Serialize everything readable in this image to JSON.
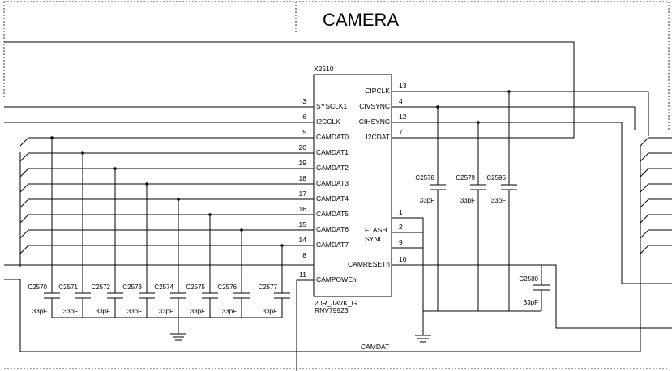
{
  "title": "CAMERA",
  "ic": {
    "ref": "X2510",
    "part1": "20R_JAVK_G",
    "part2": "RNV79923",
    "left_pins": [
      {
        "num": "3",
        "name": "SYSCLK1"
      },
      {
        "num": "6",
        "name": "I2CCLK"
      },
      {
        "num": "5",
        "name": "CAMDAT0"
      },
      {
        "num": "20",
        "name": "CAMDAT1"
      },
      {
        "num": "19",
        "name": "CAMDAT2"
      },
      {
        "num": "18",
        "name": "CAMDAT3"
      },
      {
        "num": "17",
        "name": "CAMDAT4"
      },
      {
        "num": "16",
        "name": "CAMDAT5"
      },
      {
        "num": "15",
        "name": "CAMDAT6"
      },
      {
        "num": "14",
        "name": "CAMDAT7"
      },
      {
        "num": "8",
        "name": ""
      },
      {
        "num": "11",
        "name": "CAMPOWEn"
      }
    ],
    "right_pins": [
      {
        "num": "13",
        "name": "CIPCLK"
      },
      {
        "num": "4",
        "name": "CIVSYNC"
      },
      {
        "num": "12",
        "name": "CIHSYNC"
      },
      {
        "num": "7",
        "name": "I2CDAT"
      },
      {
        "num": "1",
        "name": ""
      },
      {
        "num": "2",
        "name": ""
      },
      {
        "num": "9",
        "name": ""
      },
      {
        "num": "10",
        "name": "CAMRESETn"
      }
    ],
    "flash_label1": "FLASH",
    "flash_label2": "SYNC"
  },
  "caps_bottom": [
    {
      "ref": "C2570",
      "value": "33pF"
    },
    {
      "ref": "C2571",
      "value": "33pF"
    },
    {
      "ref": "C2572",
      "value": "33pF"
    },
    {
      "ref": "C2573",
      "value": "33pF"
    },
    {
      "ref": "C2574",
      "value": "33pF"
    },
    {
      "ref": "C2575",
      "value": "33pF"
    },
    {
      "ref": "C2576",
      "value": "33pF"
    },
    {
      "ref": "C2577",
      "value": "33pF"
    }
  ],
  "caps_right": [
    {
      "ref": "C2578",
      "value": "33pF"
    },
    {
      "ref": "C2579",
      "value": "33pF"
    },
    {
      "ref": "C2595",
      "value": "33pF"
    }
  ],
  "cap_reset": {
    "ref": "C2580",
    "value": "33pF"
  },
  "bus_label": "CAMDAT"
}
